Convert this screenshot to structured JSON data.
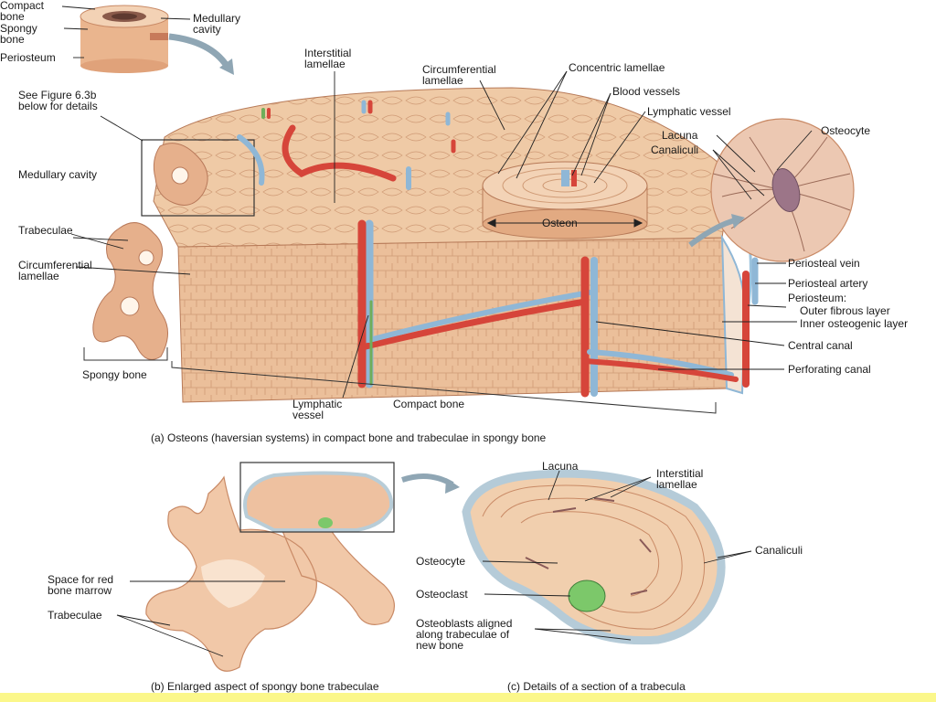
{
  "palette": {
    "bone": "#e9b992",
    "bone_light": "#f6dcc4",
    "bone_dark": "#c98a66",
    "artery": "#d6453a",
    "vein": "#8fb7d6",
    "lymph": "#6fae5a",
    "leader": "#222222",
    "bottom_bar": "#fbf78a",
    "osteoclast": "#7cc86a",
    "osteoblast": "#cfe0ea"
  },
  "panel_a": {
    "inset": {
      "compact_bone": "Compact bone",
      "spongy_bone": "Spongy bone",
      "medullary_cavity": "Medullary cavity",
      "periosteum": "Periosteum"
    },
    "see_figure": "See Figure 6.3b below for details",
    "labels": {
      "medullary_cavity": "Medullary cavity",
      "trabeculae": "Trabeculae",
      "circumferential_lamellae_left": "Circumferential lamellae",
      "spongy_bone": "Spongy bone",
      "interstitial_lamellae": "Interstitial lamellae",
      "circumferential_lamellae_top": "Circumferential lamellae",
      "concentric_lamellae": "Concentric lamellae",
      "blood_vessels": "Blood vessels",
      "lymphatic_vessel_top": "Lymphatic vessel",
      "osteon": "Osteon",
      "lacuna": "Lacuna",
      "canaliculi": "Canaliculi",
      "osteocyte": "Osteocyte",
      "periosteal_vein": "Periosteal vein",
      "periosteal_artery": "Periosteal artery",
      "periosteum": "Periosteum:",
      "outer_fibrous_layer": "Outer fibrous layer",
      "inner_osteogenic_layer": "Inner osteogenic layer",
      "central_canal": "Central canal",
      "perforating_canal": "Perforating canal",
      "lymphatic_vessel_bottom": "Lymphatic vessel",
      "compact_bone": "Compact bone"
    },
    "caption": "(a) Osteons (haversian systems) in compact bone and trabeculae in spongy bone"
  },
  "panel_b": {
    "labels": {
      "space_red_marrow": "Space for red bone marrow",
      "trabeculae": "Trabeculae"
    },
    "caption": "(b) Enlarged aspect of spongy bone trabeculae"
  },
  "panel_c": {
    "labels": {
      "lacuna": "Lacuna",
      "interstitial_lamellae": "Interstitial lamellae",
      "canaliculi": "Canaliculi",
      "osteocyte": "Osteocyte",
      "osteoclast": "Osteoclast",
      "osteoblasts": "Osteoblasts aligned along trabeculae of new bone"
    },
    "caption": "(c) Details of a section of a trabecula"
  }
}
